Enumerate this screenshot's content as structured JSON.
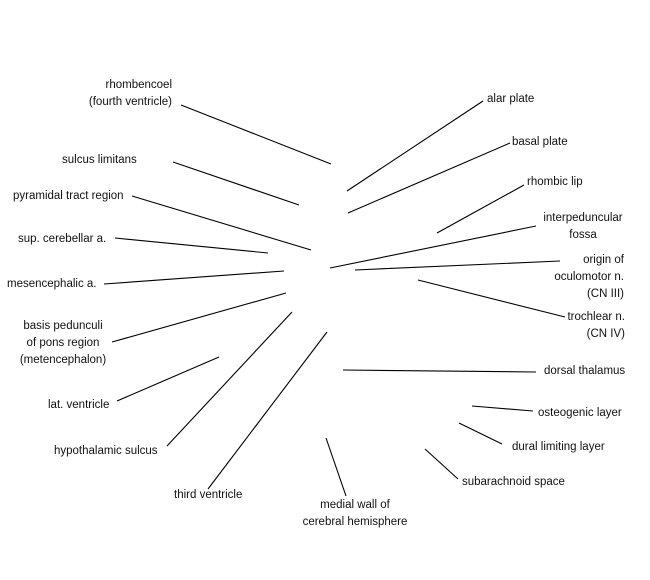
{
  "labels": {
    "rhombencoel": "rhombencoel\n(fourth ventricle)",
    "sulcus_limitans": "sulcus limitans",
    "pyramidal_tract": "pyramidal tract region",
    "sup_cerebellar": "sup. cerebellar a.",
    "mesencephalic": "mesencephalic a.",
    "basis_pedunculi": "basis pedunculi\nof pons region\n(metencephalon)",
    "lat_ventricle": "lat. ventricle",
    "hypothalamic_sulcus": "hypothalamic sulcus",
    "third_ventricle": "third ventricle",
    "medial_wall": "medial wall of\ncerebral hemisphere",
    "subarachnoid": "subarachnoid space",
    "dural_limiting": "dural limiting layer",
    "osteogenic": "osteogenic layer",
    "dorsal_thalamus": "dorsal thalamus",
    "trochlear": "trochlear n.\n(CN IV)",
    "oculomotor": "origin of\noculomotor n.\n(CN III)",
    "interpeduncular": "interpeduncular\nfossa",
    "rhombic_lip": "rhombic lip",
    "basal_plate": "basal plate",
    "alar_plate": "alar plate"
  },
  "line_color": "#000000",
  "text_color": "#111111"
}
